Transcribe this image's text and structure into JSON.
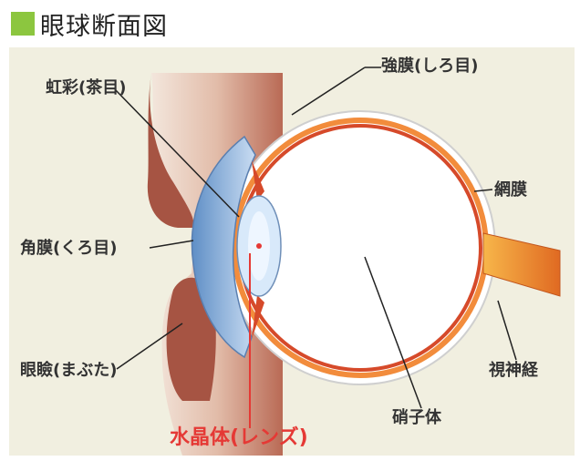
{
  "title": "眼球断面図",
  "labels": {
    "iris": "虹彩(茶目)",
    "sclera": "強膜(しろ目)",
    "retina": "網膜",
    "cornea": "角膜(くろ目)",
    "eyelid": "眼瞼(まぶた)",
    "optic_nerve": "視神経",
    "vitreous": "硝子体",
    "lens": "水晶体(レンズ)"
  },
  "colors": {
    "title_marker": "#8cc63f",
    "panel_bg": "#f1efe0",
    "skin": "#b96a55",
    "sclera": "#f28c3c",
    "choroid": "#d64a2a",
    "cornea": "#8fb6e0",
    "lens_highlight": "#e53935"
  }
}
